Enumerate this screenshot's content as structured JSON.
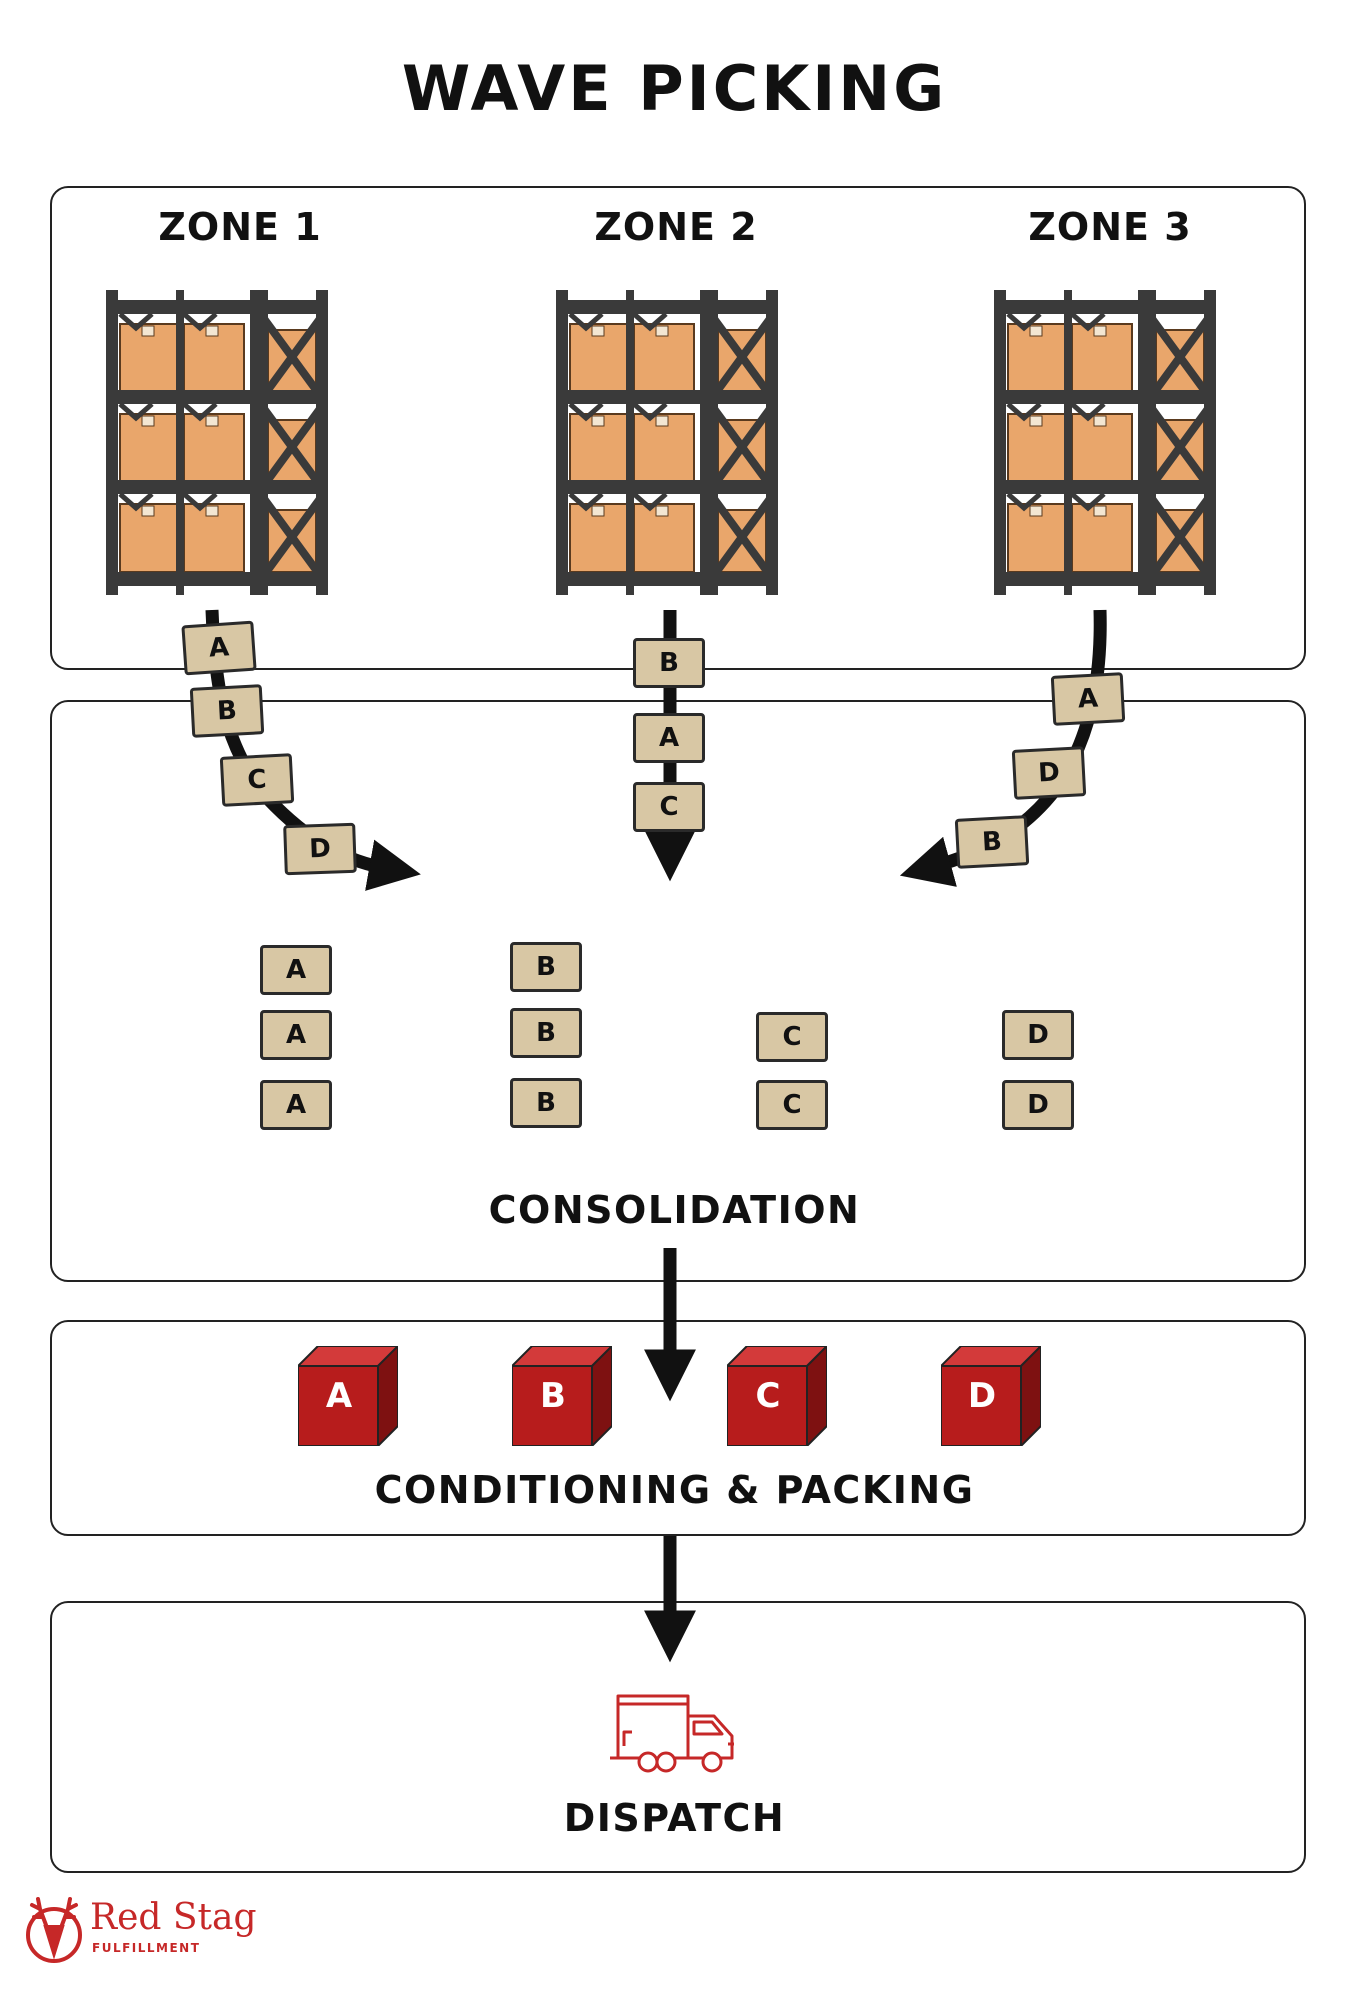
{
  "title": "WAVE PICKING",
  "zones": [
    {
      "label": "ZONE 1",
      "sequence": [
        "A",
        "B",
        "C",
        "D"
      ]
    },
    {
      "label": "ZONE 2",
      "sequence": [
        "B",
        "A",
        "C"
      ]
    },
    {
      "label": "ZONE 3",
      "sequence": [
        "A",
        "D",
        "B"
      ]
    }
  ],
  "consolidation": {
    "label": "CONSOLIDATION",
    "columns": [
      {
        "letter": "A",
        "items": [
          "A",
          "A",
          "A"
        ]
      },
      {
        "letter": "B",
        "items": [
          "B",
          "B",
          "B"
        ]
      },
      {
        "letter": "C",
        "items": [
          "C",
          "C"
        ]
      },
      {
        "letter": "D",
        "items": [
          "D",
          "D"
        ]
      }
    ]
  },
  "packing": {
    "label": "CONDITIONING & PACKING",
    "packages": [
      "A",
      "B",
      "C",
      "D"
    ]
  },
  "dispatch": {
    "label": "DISPATCH",
    "icon": "truck-icon"
  },
  "logo": {
    "name": "Red Stag",
    "sub": "FULFILLMENT",
    "icon": "stag-head-icon"
  },
  "colors": {
    "tote": "#d8c7a4",
    "package": "#b71c1c",
    "accent": "#c62828",
    "box": "#e9a66b",
    "rack": "#3a3a3a"
  }
}
